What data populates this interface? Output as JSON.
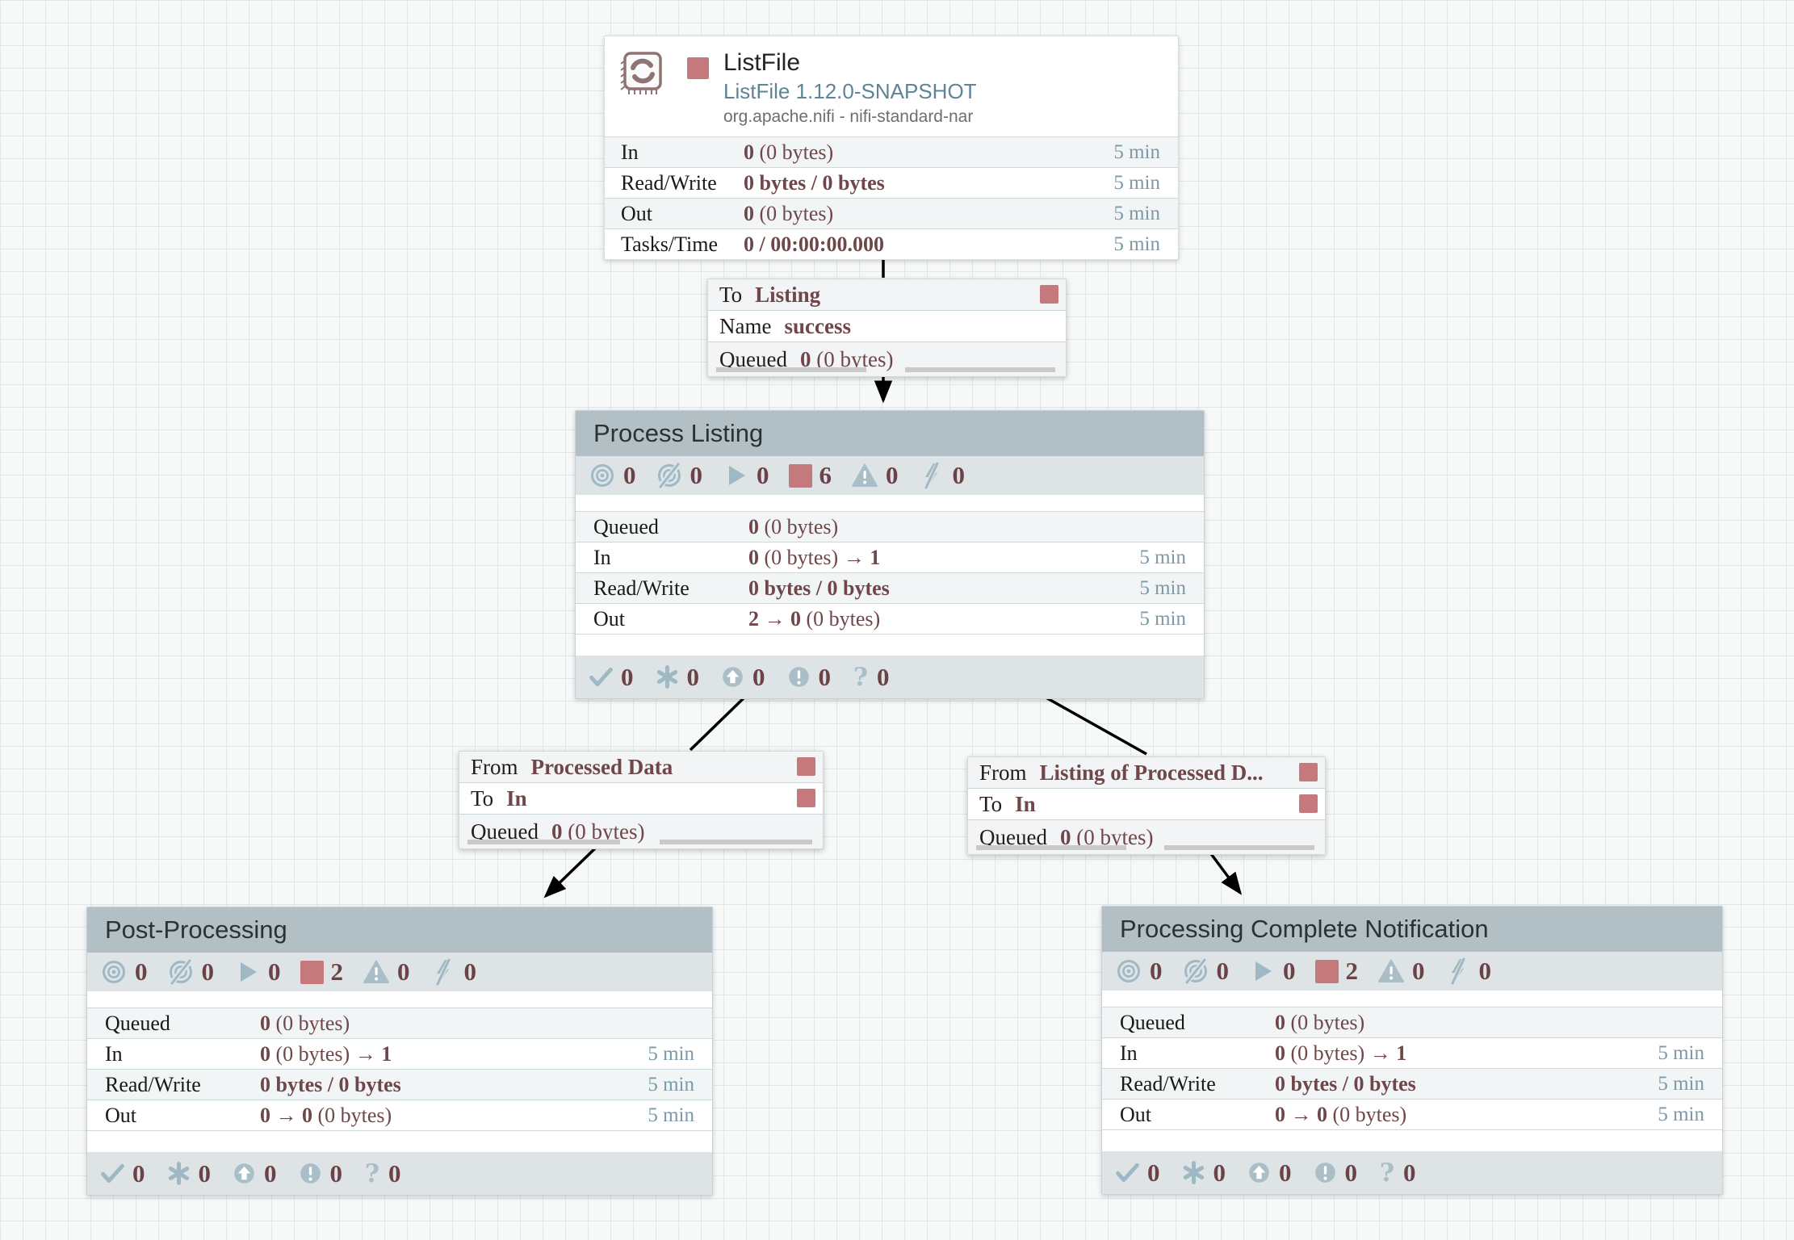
{
  "colors": {
    "accent_rose": "#c5797c",
    "value_maroon": "#6f4649",
    "group_header_bg": "#b2c0c6",
    "status_bar_bg": "#dee3e6",
    "icon_blue_grey": "#9fb9c4",
    "time_blue": "#7b99a8",
    "canvas_bg": "#f7f9f9",
    "grid_line": "#e0e7e7"
  },
  "icon_names": {
    "processor": "processor-chip-icon",
    "status": [
      "transmitting-bullseye-icon",
      "not-transmitting-icon",
      "running-play-icon",
      "stopped-square-icon",
      "invalid-warning-icon",
      "disabled-bolt-icon"
    ],
    "footer": [
      "up-to-date-check-icon",
      "locally-modified-asterisk-icon",
      "stale-up-arrow-icon",
      "locally-modified-stale-exclamation-icon",
      "sync-failure-question-icon"
    ]
  },
  "processor": {
    "name": "ListFile",
    "version": "ListFile 1.12.0-SNAPSHOT",
    "bundle": "org.apache.nifi - nifi-standard-nar",
    "rows": [
      {
        "label": "In",
        "b1": "0",
        "n": " (0 bytes)",
        "b2": "",
        "time": "5 min"
      },
      {
        "label": "Read/Write",
        "b1": "0 bytes / 0 bytes",
        "n": "",
        "b2": "",
        "time": "5 min"
      },
      {
        "label": "Out",
        "b1": "0",
        "n": " (0 bytes)",
        "b2": "",
        "time": "5 min"
      },
      {
        "label": "Tasks/Time",
        "b1": "0 / 00:00:00.000",
        "n": "",
        "b2": "",
        "time": "5 min"
      }
    ]
  },
  "connections": [
    {
      "rows": [
        {
          "label": "To",
          "value": "Listing"
        },
        {
          "label": "Name",
          "value": "success"
        },
        {
          "label": "Queued",
          "b1": "0",
          "n": " (0 bytes)"
        }
      ]
    },
    {
      "rows": [
        {
          "label": "From",
          "value": "Processed Data"
        },
        {
          "label": "To",
          "value": "In"
        },
        {
          "label": "Queued",
          "b1": "0",
          "n": " (0 bytes)"
        }
      ]
    },
    {
      "rows": [
        {
          "label": "From",
          "value": "Listing of Processed D..."
        },
        {
          "label": "To",
          "value": "In"
        },
        {
          "label": "Queued",
          "b1": "0",
          "n": " (0 bytes)"
        }
      ]
    }
  ],
  "groups": [
    {
      "title": "Process Listing",
      "status": {
        "transmitting": "0",
        "not_transmitting": "0",
        "running": "0",
        "stopped": "6",
        "invalid": "0",
        "disabled": "0"
      },
      "rows": [
        {
          "label": "Queued",
          "b1": "0",
          "n": " (0 bytes)",
          "b2": "",
          "time": ""
        },
        {
          "label": "In",
          "b1": "0",
          "n": " (0 bytes) ",
          "b2": "→ 1",
          "time": "5 min"
        },
        {
          "label": "Read/Write",
          "b1": "0 bytes / 0 bytes",
          "n": "",
          "b2": "",
          "time": "5 min"
        },
        {
          "label": "Out",
          "b1": "2 → 0",
          "n": " (0 bytes)",
          "b2": "",
          "time": "5 min"
        }
      ],
      "footer": {
        "up_to_date": "0",
        "locally_modified": "0",
        "stale": "0",
        "modified_stale": "0",
        "sync_failure": "0"
      }
    },
    {
      "title": "Post-Processing",
      "status": {
        "transmitting": "0",
        "not_transmitting": "0",
        "running": "0",
        "stopped": "2",
        "invalid": "0",
        "disabled": "0"
      },
      "rows": [
        {
          "label": "Queued",
          "b1": "0",
          "n": " (0 bytes)",
          "b2": "",
          "time": ""
        },
        {
          "label": "In",
          "b1": "0",
          "n": " (0 bytes) ",
          "b2": "→ 1",
          "time": "5 min"
        },
        {
          "label": "Read/Write",
          "b1": "0 bytes / 0 bytes",
          "n": "",
          "b2": "",
          "time": "5 min"
        },
        {
          "label": "Out",
          "b1": "0 → 0",
          "n": " (0 bytes)",
          "b2": "",
          "time": "5 min"
        }
      ],
      "footer": {
        "up_to_date": "0",
        "locally_modified": "0",
        "stale": "0",
        "modified_stale": "0",
        "sync_failure": "0"
      }
    },
    {
      "title": "Processing Complete Notification",
      "status": {
        "transmitting": "0",
        "not_transmitting": "0",
        "running": "0",
        "stopped": "2",
        "invalid": "0",
        "disabled": "0"
      },
      "rows": [
        {
          "label": "Queued",
          "b1": "0",
          "n": " (0 bytes)",
          "b2": "",
          "time": ""
        },
        {
          "label": "In",
          "b1": "0",
          "n": " (0 bytes) ",
          "b2": "→ 1",
          "time": "5 min"
        },
        {
          "label": "Read/Write",
          "b1": "0 bytes / 0 bytes",
          "n": "",
          "b2": "",
          "time": "5 min"
        },
        {
          "label": "Out",
          "b1": "0 → 0",
          "n": " (0 bytes)",
          "b2": "",
          "time": "5 min"
        }
      ],
      "footer": {
        "up_to_date": "0",
        "locally_modified": "0",
        "stale": "0",
        "modified_stale": "0",
        "sync_failure": "0"
      }
    }
  ]
}
